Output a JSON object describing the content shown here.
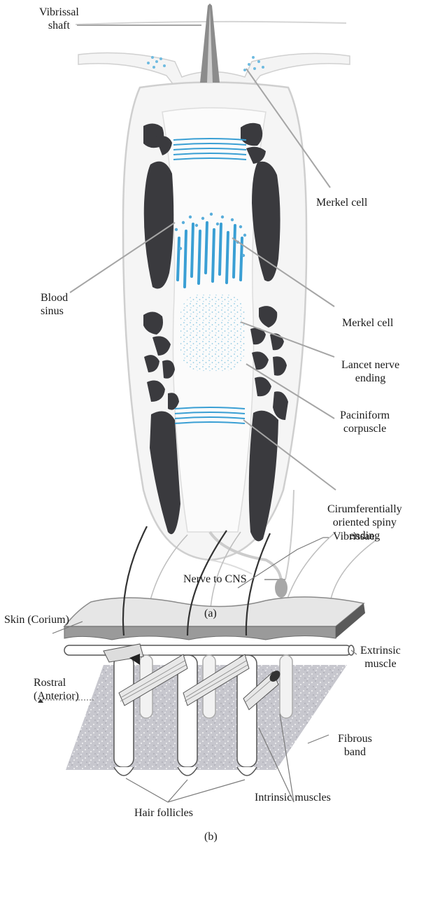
{
  "panel_a": {
    "caption": "(a)",
    "labels": {
      "vibrissal_shaft": "Vibrissal\nshaft",
      "merkel_cell_top": "Merkel cell",
      "blood_sinus": "Blood\nsinus",
      "merkel_cell_mid": "Merkel cell",
      "lancet": "Lancet nerve\nending",
      "paciniform": "Paciniform\ncorpuscle",
      "spiny": "Cirumferentially\noriented spiny\nending",
      "nerve": "Nerve to CNS"
    }
  },
  "panel_b": {
    "caption": "(b)",
    "labels": {
      "vibrissae": "Vibrissae",
      "skin": "Skin (Corium)",
      "extrinsic": "Extrinsic\nmuscle",
      "rostral": "Rostral\n(Anterior)",
      "fibrous": "Fibrous\nband",
      "intrinsic": "Intrinsic muscles",
      "follicles": "Hair follicles"
    }
  },
  "colors": {
    "dark_sinus": "#3a3a3e",
    "blue": "#3a9fd4",
    "light_blue": "#a9d6ea",
    "outline": "#cfcfcf",
    "leader": "#a5a5a5",
    "capsule": "#f3f3f3",
    "fibrous": "#c7c7ce",
    "skin_top": "#e6e6e6",
    "skin_dark": "#8a8a8a"
  }
}
